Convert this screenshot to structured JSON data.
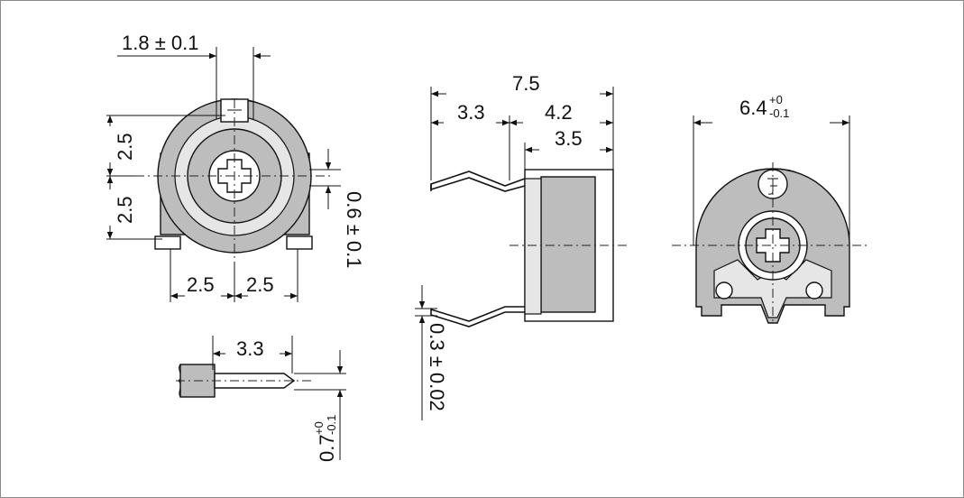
{
  "dimensions": {
    "top_width": "1.8 ± 0.1",
    "left_upper": "2.5",
    "left_lower": "2.5",
    "bottom_left": "2.5",
    "bottom_right": "2.5",
    "right_vertical": "0.6 ± 0.1",
    "pin_length": "3.3",
    "pin_thickness_main": "0.7",
    "pin_thickness_sup": "+0",
    "pin_thickness_sub": "-0.1",
    "overall_length": "7.5",
    "lead_offset": "3.3",
    "body_depth": "4.2",
    "body_inner": "3.5",
    "lead_thickness": "0.3 ± 0.02",
    "diameter_main": "6.4",
    "diameter_sup": "+0",
    "diameter_sub": "-0.1"
  },
  "colors": {
    "line": "#111111",
    "body_fill": "#bdbdbd",
    "light_fill": "#e6e6e6",
    "frame": "#8a8a8a"
  }
}
